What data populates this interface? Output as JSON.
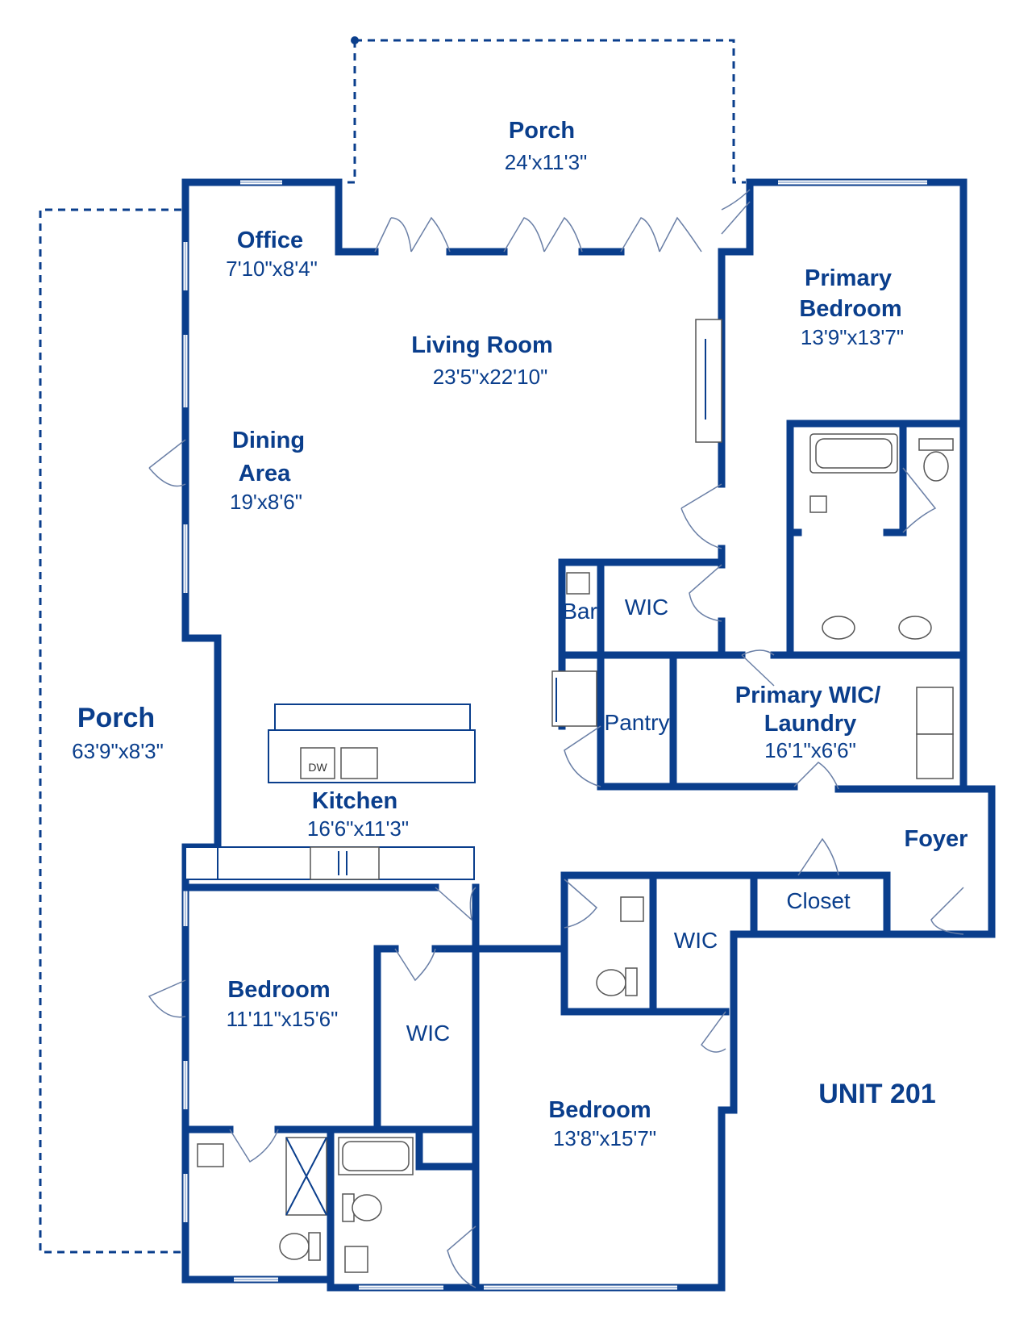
{
  "plan": {
    "unit": "UNIT 201",
    "rooms": {
      "porch_top": {
        "name": "Porch",
        "dims": "24'x11'3\""
      },
      "office": {
        "name": "Office",
        "dims": "7'10\"x8'4\""
      },
      "living": {
        "name": "Living Room",
        "dims": "23'5\"x22'10\""
      },
      "primary_bed": {
        "name_line1": "Primary",
        "name_line2": "Bedroom",
        "dims": "13'9\"x13'7\""
      },
      "dining": {
        "name_line1": "Dining",
        "name_line2": "Area",
        "dims": "19'x8'6\""
      },
      "porch_side": {
        "name": "Porch",
        "dims": "63'9\"x8'3\""
      },
      "bar": {
        "name": "Bar"
      },
      "wic_primary": {
        "name": "WIC"
      },
      "pantry": {
        "name": "Pantry"
      },
      "primary_wic": {
        "name_line1": "Primary WIC/",
        "name_line2": "Laundry",
        "dims": "16'1\"x6'6\""
      },
      "kitchen": {
        "name": "Kitchen",
        "dims": "16'6\"x11'3\"",
        "dw": "DW"
      },
      "foyer": {
        "name": "Foyer"
      },
      "closet": {
        "name": "Closet"
      },
      "wic_hall": {
        "name": "WIC"
      },
      "bedroom1": {
        "name": "Bedroom",
        "dims": "11'11\"x15'6\""
      },
      "wic_bed1": {
        "name": "WIC"
      },
      "bedroom2": {
        "name": "Bedroom",
        "dims": "13'8\"x15'7\""
      }
    },
    "colors": {
      "wall": "#0a3e8c",
      "fixture_gray": "#555555",
      "background": "#ffffff"
    }
  }
}
